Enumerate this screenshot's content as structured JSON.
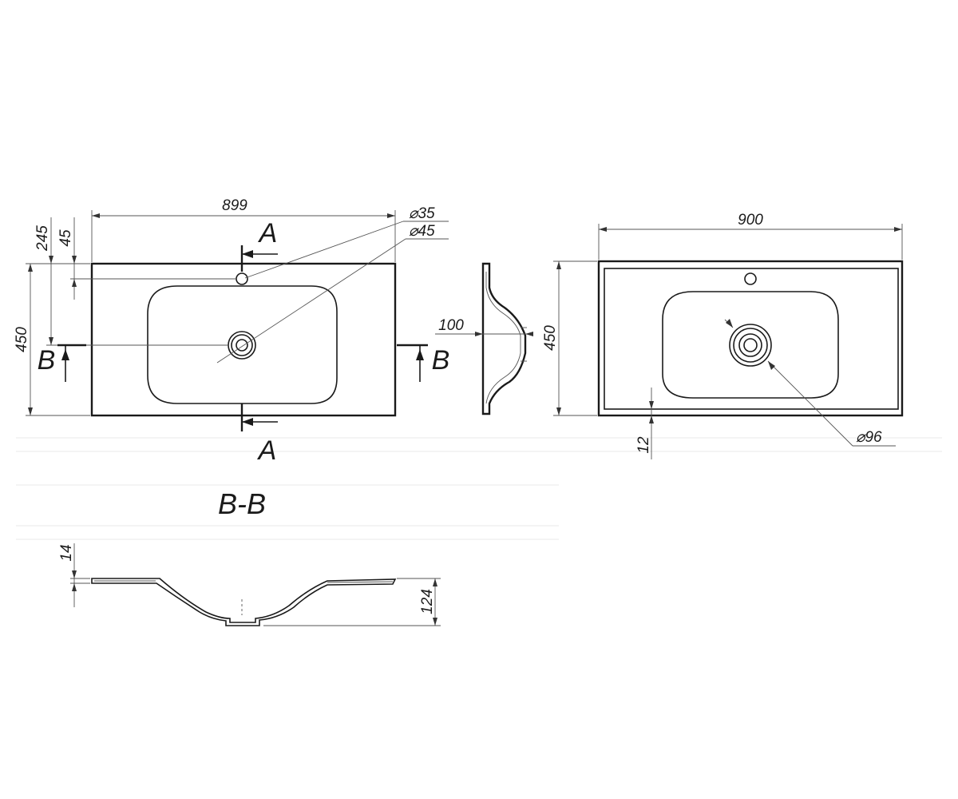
{
  "plan_view": {
    "width_dim": "899",
    "height_dim": "450",
    "offset_245": "245",
    "offset_45": "45",
    "hole_dia_35": "⌀35",
    "hole_dia_45": "⌀45",
    "section_a_top": "A",
    "section_a_bottom": "A",
    "section_b_left": "B",
    "section_b_right": "B"
  },
  "side_view": {
    "depth_dim": "100"
  },
  "back_view": {
    "width_dim": "900",
    "height_dim": "450",
    "rim_dim": "12",
    "drain_dia": "⌀96"
  },
  "section_bb": {
    "title": "B-B",
    "top_thickness": "14",
    "total_depth": "124"
  }
}
